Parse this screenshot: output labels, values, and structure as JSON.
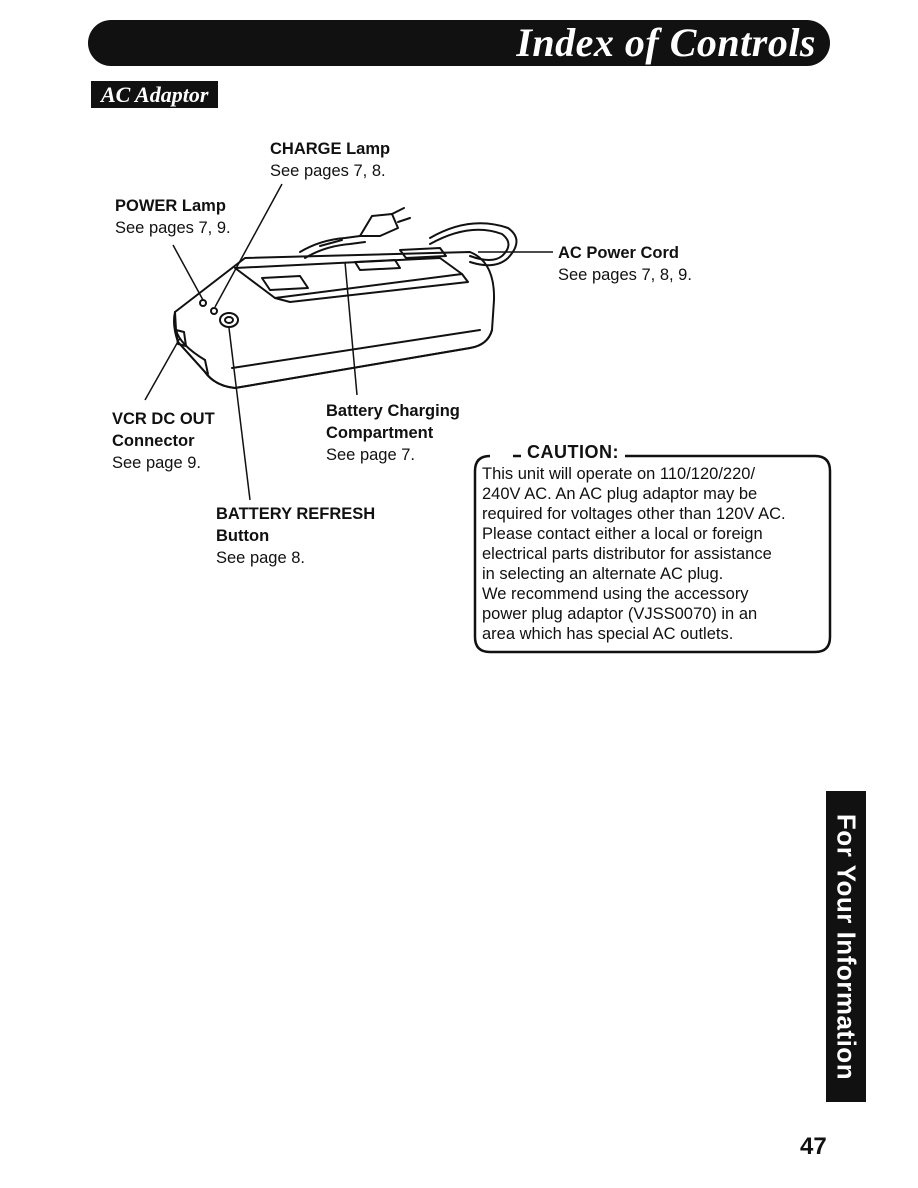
{
  "header": {
    "title": "Index of Controls"
  },
  "section": {
    "title": "AC Adaptor"
  },
  "labels": {
    "charge_lamp": {
      "name": "CHARGE Lamp",
      "ref": "See pages 7, 8."
    },
    "power_lamp": {
      "name": "POWER Lamp",
      "ref": "See pages 7, 9."
    },
    "ac_power_cord": {
      "name": "AC Power Cord",
      "ref": "See pages 7, 8, 9."
    },
    "vcr_dc_out": {
      "name_line1": "VCR DC OUT",
      "name_line2": "Connector",
      "ref": "See page 9."
    },
    "battery_compartment": {
      "name_line1": "Battery Charging",
      "name_line2": "Compartment",
      "ref": "See page 7."
    },
    "battery_refresh": {
      "name_line1": "BATTERY REFRESH",
      "name_line2": "Button",
      "ref": "See page 8."
    }
  },
  "caution": {
    "title": "CAUTION:",
    "lines": [
      "This unit will operate on 110/120/220/",
      "240V AC. An AC plug adaptor may be",
      "required for voltages other than 120V AC.",
      "Please contact either a local or foreign",
      "electrical parts distributor for assistance",
      "in selecting an alternate AC plug.",
      "We recommend using the accessory",
      "power plug adaptor (VJSS0070) in an",
      "area which has special AC outlets."
    ]
  },
  "side_tab": {
    "text": "For Your Information"
  },
  "page": {
    "number": "47"
  }
}
